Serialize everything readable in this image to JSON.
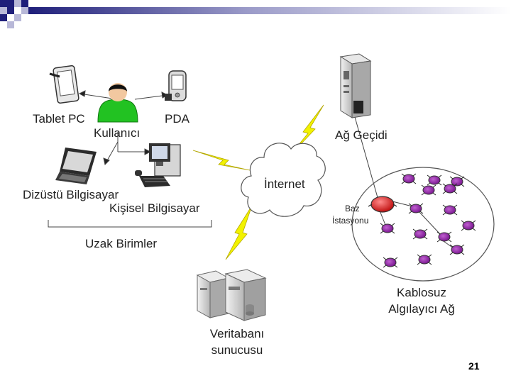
{
  "slide": {
    "page_number": "21",
    "colors": {
      "header_dark": "#1f1f7a",
      "header_light": "#b8b8d8",
      "lightning": "#f2f200",
      "sensor_node": "#8e2aa0",
      "base_station": "#d62020",
      "user_figure": "#22c222"
    }
  },
  "remote_units": {
    "user": "Kullanıcı",
    "tablet": "Tablet PC",
    "pda": "PDA",
    "laptop": "Dizüstü Bilgisayar",
    "desktop": "Kişisel Bilgisayar",
    "group": "Uzak Birimler"
  },
  "network": {
    "internet": "İnternet",
    "gateway": "Ağ Geçidi",
    "database": [
      "Veritabanı",
      "sunucusu"
    ],
    "base_station": [
      "Baz",
      "İstasyonu"
    ],
    "wsn": [
      "Kablosuz",
      "Algılayıcı Ağ"
    ]
  },
  "icons": [
    "tablet-icon",
    "pda-icon",
    "user-icon",
    "laptop-icon",
    "desktop-icon",
    "cloud-icon",
    "gateway-server-icon",
    "database-servers-icon",
    "base-station-icon",
    "sensor-node-icon",
    "lightning-icon"
  ]
}
